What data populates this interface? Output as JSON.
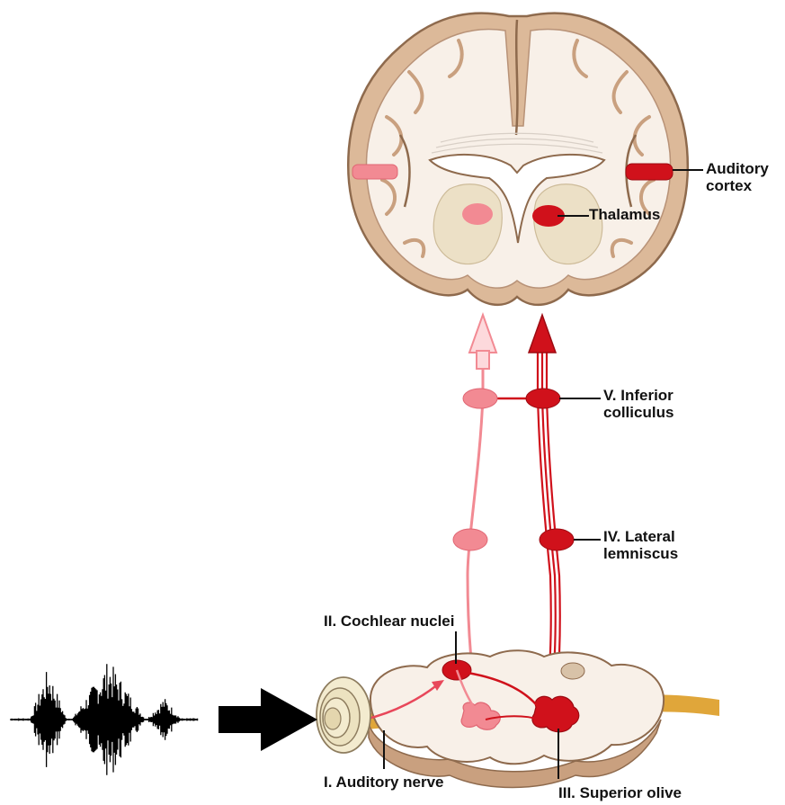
{
  "labels": {
    "auditory_cortex": [
      "Auditory",
      "cortex"
    ],
    "thalamus": "Thalamus",
    "inferior_colliculus": [
      "V. Inferior",
      "colliculus"
    ],
    "lateral_lemniscus": [
      "IV. Lateral",
      "lemniscus"
    ],
    "cochlear_nuclei": "II. Cochlear nuclei",
    "auditory_nerve": "I. Auditory nerve",
    "superior_olive": "III. Superior olive"
  },
  "colors": {
    "dark_red": "#d0111b",
    "light_red": "#f28a93",
    "brain_outer": "#d9b697",
    "brain_inner": "#f8f0e8",
    "nerve": "#e0a63a"
  }
}
